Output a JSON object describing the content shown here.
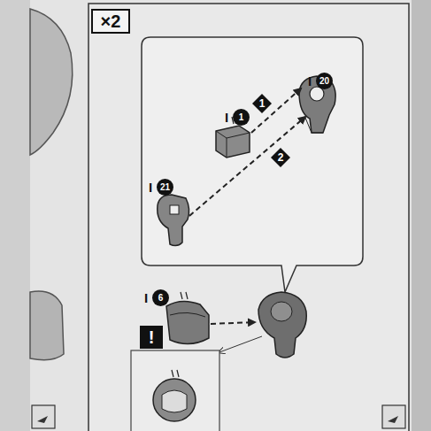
{
  "diagram": {
    "nodes": [
      {
        "text": [
          "×2"
        ]
      },
      {
        "text": [
          "20"
        ]
      },
      {
        "text": [
          "1"
        ]
      },
      {
        "text": [
          "21"
        ]
      },
      {
        "text": [
          "6"
        ]
      },
      {
        "text": [
          "!"
        ]
      },
      {
        "text": [
          "1"
        ]
      },
      {
        "text": [
          "2"
        ]
      }
    ],
    "labels": [
      "I",
      "I",
      "I",
      "I"
    ]
  }
}
